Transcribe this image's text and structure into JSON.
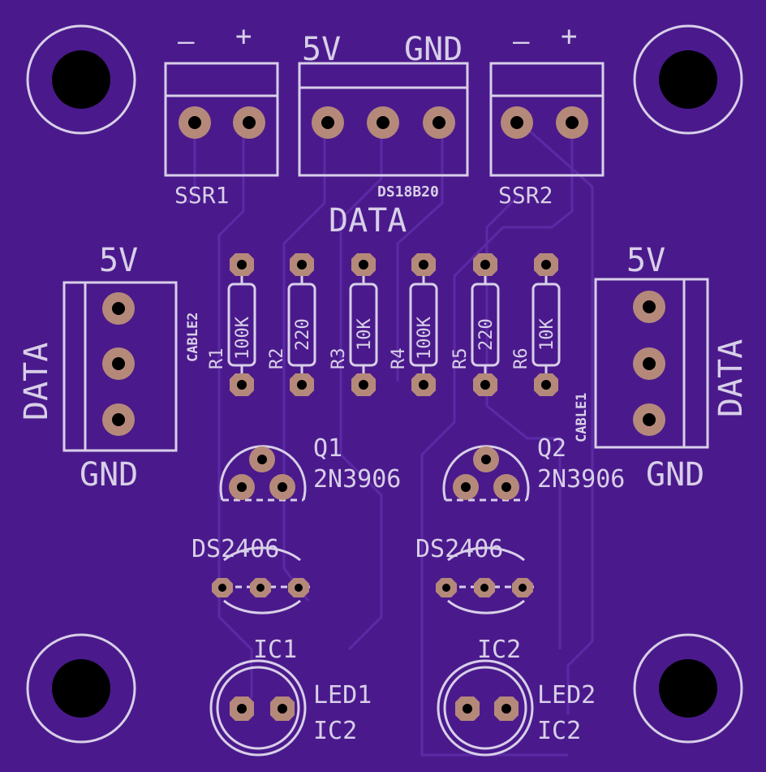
{
  "colors": {
    "board": "#4a1a8c",
    "silk": "#d8cfe8",
    "pad": "#b5897a",
    "hole": "#000000",
    "trace": "#5c2aa6"
  },
  "connectors": {
    "ssr1": {
      "minus": "–",
      "plus": "+",
      "name": "SSR1"
    },
    "sensor": {
      "v5": "5V",
      "gnd": "GND",
      "part": "DS18B20",
      "data": "DATA"
    },
    "ssr2": {
      "minus": "–",
      "plus": "+",
      "name": "SSR2"
    },
    "cable2": {
      "v5": "5V",
      "data": "DATA",
      "gnd": "GND",
      "name": "CABLE2"
    },
    "cable1": {
      "v5": "5V",
      "data": "DATA",
      "gnd": "GND",
      "name": "CABLE1"
    }
  },
  "resistors": [
    {
      "ref": "R1",
      "value": "100K"
    },
    {
      "ref": "R2",
      "value": "220"
    },
    {
      "ref": "R3",
      "value": "10K"
    },
    {
      "ref": "R4",
      "value": "100K"
    },
    {
      "ref": "R5",
      "value": "220"
    },
    {
      "ref": "R6",
      "value": "10K"
    }
  ],
  "transistors": [
    {
      "ref": "Q1",
      "part": "2N3906"
    },
    {
      "ref": "Q2",
      "part": "2N3906"
    }
  ],
  "ics": [
    {
      "part": "DS2406",
      "ref": "IC1"
    },
    {
      "part": "DS2406",
      "ref": "IC2"
    }
  ],
  "leds": [
    {
      "ref": "LED1",
      "label2": "IC2"
    },
    {
      "ref": "LED2",
      "label2": "IC2"
    }
  ]
}
